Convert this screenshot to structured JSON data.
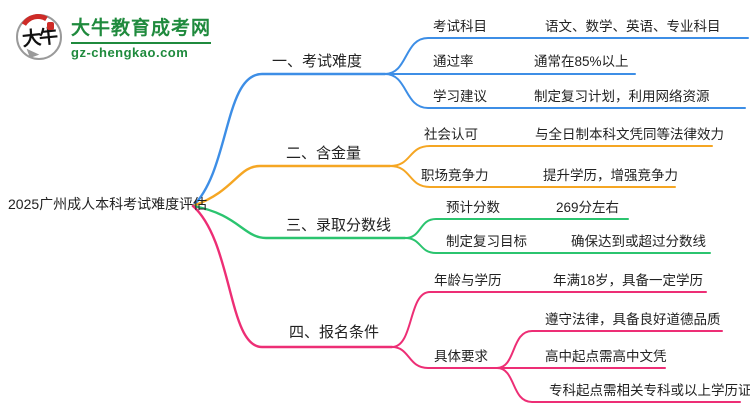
{
  "logo": {
    "site_name": "大牛教育成考网",
    "site_url": "gz-chengkao.com",
    "badge_text": "大牛"
  },
  "root": {
    "title": "2025广州成人本科考试难度评估"
  },
  "colors": {
    "branch1": "#3D8EE6",
    "branch2": "#F5A623",
    "branch3": "#2BC46F",
    "branch4": "#ED2E75",
    "logo-green": "#1F8A3D",
    "logo-red": "#CE2B27"
  },
  "branches": [
    {
      "label": "一、考试难度",
      "children": [
        {
          "label": "考试科目",
          "value": "语文、数学、英语、专业科目"
        },
        {
          "label": "通过率",
          "value": "通常在85%以上"
        },
        {
          "label": "学习建议",
          "value": "制定复习计划，利用网络资源"
        }
      ]
    },
    {
      "label": "二、含金量",
      "children": [
        {
          "label": "社会认可",
          "value": "与全日制本科文凭同等法律效力"
        },
        {
          "label": "职场竞争力",
          "value": "提升学历，增强竞争力"
        }
      ]
    },
    {
      "label": "三、录取分数线",
      "children": [
        {
          "label": "预计分数",
          "value": "269分左右"
        },
        {
          "label": "制定复习目标",
          "value": "确保达到或超过分数线"
        }
      ]
    },
    {
      "label": "四、报名条件",
      "children": [
        {
          "label": "年龄与学历",
          "value": "年满18岁，具备一定学历"
        },
        {
          "label": "具体要求",
          "items": [
            "遵守法律，具备良好道德品质",
            "高中起点需高中文凭",
            "专科起点需相关专科或以上学历证书"
          ]
        }
      ]
    }
  ]
}
